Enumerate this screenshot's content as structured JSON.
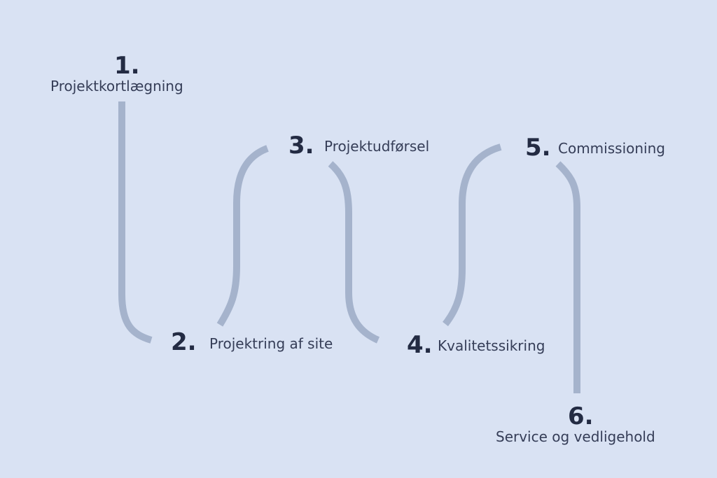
{
  "steps": [
    {
      "number": "1.",
      "label": "Projektkortlægning"
    },
    {
      "number": "2.",
      "label": "Projektring af site"
    },
    {
      "number": "3.",
      "label": "Projektudførsel"
    },
    {
      "number": "4.",
      "label": "Kvalitetssikring"
    },
    {
      "number": "5.",
      "label": "Commissioning"
    },
    {
      "number": "6.",
      "label": "Service og vedligehold"
    }
  ],
  "colors": {
    "background": "#d9e2f3",
    "connector": "#a5b3cc",
    "number_text": "#232b43",
    "label_text": "#353d57"
  }
}
